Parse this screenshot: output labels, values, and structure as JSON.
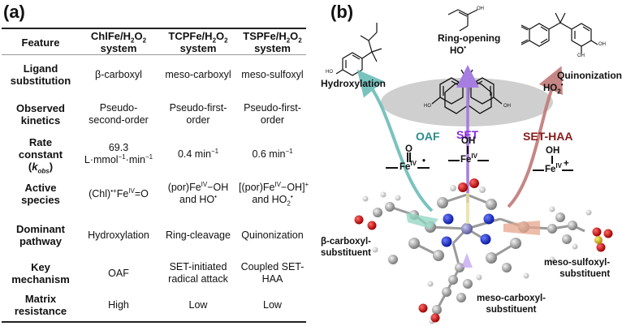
{
  "panels": {
    "a": "(a)",
    "b": "(b)"
  },
  "table": {
    "headers": [
      {
        "main": "Feature"
      },
      {
        "pre": "ChlFe/H",
        "s1": "2",
        "mid": "O",
        "s2": "2",
        "line2": "system"
      },
      {
        "pre": "TCPFe/H",
        "s1": "2",
        "mid": "O",
        "s2": "2",
        "line2": "system"
      },
      {
        "pre": "TSPFe/H",
        "s1": "2",
        "mid": "O",
        "s2": "2",
        "line2": "system"
      }
    ],
    "rows": [
      {
        "feature": [
          "Ligand",
          "substitution"
        ],
        "values": [
          "β-carboxyl",
          "meso-carboxyl",
          "meso-sulfoxyl"
        ]
      },
      {
        "feature": [
          "Observed",
          "kinetics"
        ],
        "values": [
          [
            "Pseudo-",
            "second-order"
          ],
          [
            "Pseudo-first-",
            "order"
          ],
          [
            "Pseudo-first-",
            "order"
          ]
        ]
      },
      {
        "feature": [
          "Rate",
          "constant",
          "k",
          "obs"
        ],
        "values": [
          {
            "num": "69.3",
            "unit_a": "L·mmol",
            "exp_a": "−1",
            "unit_b": "·min",
            "exp_b": "−1"
          },
          {
            "num": "0.4 min",
            "exp": "−1"
          },
          {
            "num": "0.6 min",
            "exp": "−1"
          }
        ]
      },
      {
        "feature": [
          "Active",
          "species"
        ],
        "values": [
          {
            "a": "(Chl)",
            "a_sup": "•+",
            "b": "Fe",
            "b_sup": "IV",
            "c": "=O"
          },
          {
            "l1a": "(por)Fe",
            "l1sup": "IV",
            "l1b": "−OH",
            "l2": "and HO",
            "l2sup": "•"
          },
          {
            "l1a": "[(por)Fe",
            "l1sup": "IV",
            "l1b": "−OH]",
            "l1sup2": "+",
            "l2": "and HO",
            "l2sub": "2",
            "l2sup": "•"
          }
        ]
      },
      {
        "feature": [
          "Dominant",
          "pathway"
        ],
        "values": [
          "Hydroxylation",
          "Ring-cleavage",
          "Quinonization"
        ]
      },
      {
        "feature": [
          "Key",
          "mechanism"
        ],
        "values": [
          "OAF",
          [
            "SET-initiated",
            "radical attack"
          ],
          [
            "Coupled SET-",
            "HAA"
          ]
        ]
      },
      {
        "feature": [
          "Matrix",
          "resistance"
        ],
        "values": [
          "High",
          "Low",
          "Low"
        ]
      }
    ]
  },
  "scheme": {
    "products": {
      "hydroxylation": "Hydroxylation",
      "ring_opening": "Ring-opening",
      "quinonization": "Quinonization"
    },
    "radicals": {
      "ho": "HO",
      "ho2": "HO",
      "ho2_sub": "2",
      "dot": "•"
    },
    "mechanisms": [
      {
        "name": "OAF",
        "color": "#2a8c8c"
      },
      {
        "name": "SET",
        "color": "#8a2be2"
      },
      {
        "name": "SET-HAA",
        "color": "#8b1a1a"
      }
    ],
    "arrow_colors": {
      "oaf": "#6bbdb8",
      "set": "#a67de0",
      "set_haa": "#c07a78"
    },
    "iron_species": {
      "oxo": {
        "top": "O",
        "metal": "Fe",
        "ox": "IV",
        "charge": "•"
      },
      "hydroxo": {
        "top": "OH",
        "metal": "Fe",
        "ox": "IV"
      },
      "hydroxo_cation": {
        "top": "OH",
        "metal": "Fe",
        "ox": "IV",
        "charge": "+"
      }
    },
    "atom_labels": {
      "oh": "OH",
      "ho": "HO"
    },
    "substituents": {
      "beta": [
        "β-carboxyl-",
        "substituent"
      ],
      "meso_sulfoxyl": [
        "meso-sulfoxyl-",
        "substituent"
      ],
      "meso_carboxyl": [
        "meso-carboxyl-",
        "substituent"
      ]
    }
  }
}
